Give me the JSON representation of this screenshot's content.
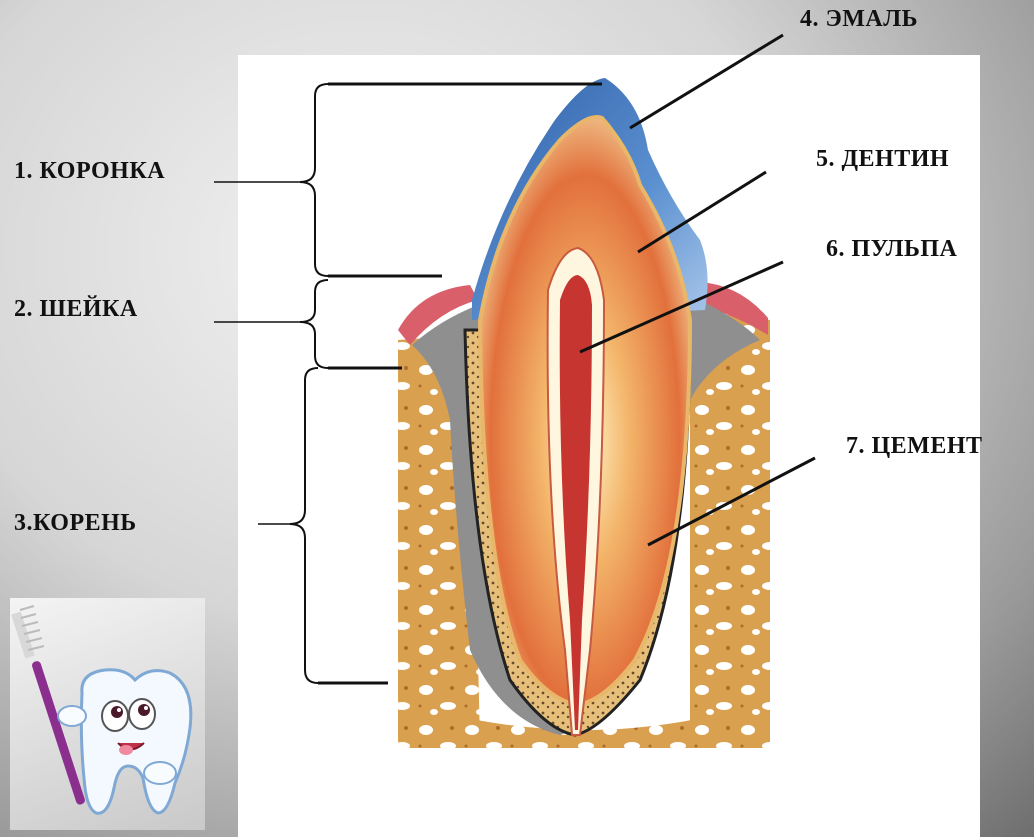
{
  "labels": {
    "crown": "1. КОРОНКА",
    "neck": "2. ШЕЙКА",
    "root": "3.КОРЕНЬ",
    "enamel": "4. ЭМАЛЬ",
    "dentin": "5.  ДЕНТИН",
    "pulp": "6.  ПУЛЬПА",
    "cement": "7.  ЦЕМЕНТ"
  },
  "colors": {
    "enamel": "#3f78bf",
    "dentin": "#e8a04a",
    "pulp": "#c0302a",
    "bone": "#dba04e",
    "gum": "#d8606a",
    "cement": "#777777"
  },
  "icons": {
    "mascot": "tooth-with-toothbrush-icon"
  }
}
